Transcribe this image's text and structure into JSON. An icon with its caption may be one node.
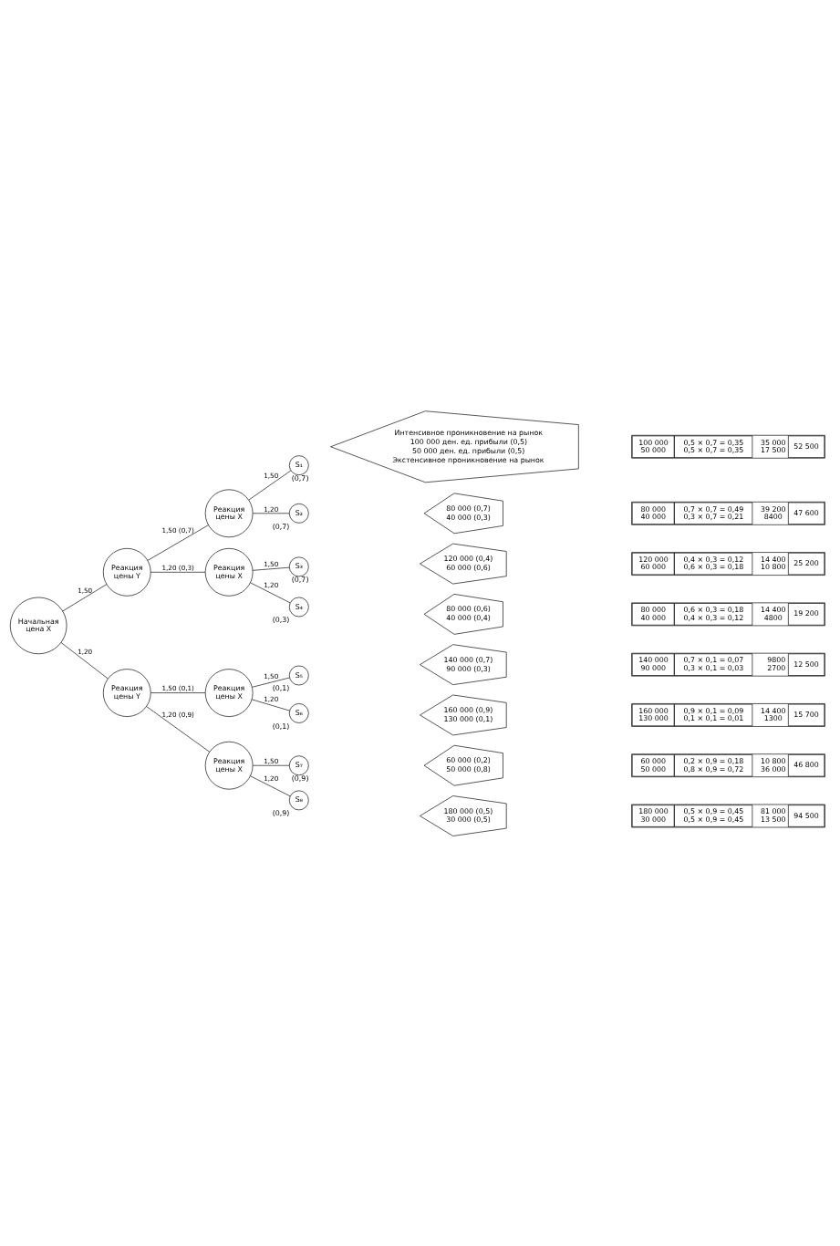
{
  "diagram": {
    "nodes": [
      {
        "text": [
          "Начальная цена X"
        ]
      },
      {
        "text": [
          "Реакция цены Y"
        ]
      },
      {
        "text": [
          "Реакция цены X"
        ]
      },
      {
        "text": [
          "S₁"
        ],
        "beside": [
          "(0,7)"
        ]
      },
      {
        "text": [
          "S₂"
        ],
        "beside": [
          "(0,7)"
        ]
      },
      {
        "text": [
          "Реакция цены X"
        ]
      },
      {
        "text": [
          "S₃"
        ],
        "beside": [
          "(0,7)"
        ]
      },
      {
        "text": [
          "S₄"
        ],
        "beside": [
          "(0,3)"
        ]
      },
      {
        "text": [
          "Реакция цены Y"
        ]
      },
      {
        "text": [
          "Реакция цены X"
        ]
      },
      {
        "text": [
          "S₅"
        ],
        "beside": [
          "(0,1)"
        ]
      },
      {
        "text": [
          "S₆"
        ],
        "beside": [
          "(0,1)"
        ]
      },
      {
        "text": [
          "Реакция цены X"
        ]
      },
      {
        "text": [
          "S₇"
        ],
        "beside": [
          "(0,9)"
        ]
      },
      {
        "text": [
          "S₈"
        ],
        "beside": [
          "(0,9)"
        ]
      },
      {
        "text": [
          "Интенсивное проникновение на рынок",
          "100 000 ден. ед. прибыли (0,5)",
          "50 000 ден. ед. прибыли (0,5)",
          "Экстенсивное проникновение на рынок"
        ]
      },
      {
        "text": [
          "80 000 (0,7)",
          "40 000 (0,3)"
        ]
      },
      {
        "text": [
          "120 000 (0,4)",
          "60 000 (0,6)"
        ]
      },
      {
        "text": [
          "80 000 (0,6)",
          "40 000 (0,4)"
        ]
      },
      {
        "text": [
          "140 000 (0,7)",
          "90 000 (0,3)"
        ]
      },
      {
        "text": [
          "160 000 (0,9)",
          "130 000 (0,1)"
        ]
      },
      {
        "text": [
          "60 000 (0,2)",
          "50 000 (0,8)"
        ]
      },
      {
        "text": [
          "180 000 (0,5)",
          "30 000 (0,5)"
        ]
      }
    ],
    "edges": [
      {
        "from": 0,
        "to": 1,
        "arrow": "none",
        "label": "1,50"
      },
      {
        "from": 0,
        "to": 8,
        "arrow": "none",
        "label": "1,20"
      },
      {
        "from": 1,
        "to": 2,
        "arrow": "none",
        "label": "1,50 (0,7)"
      },
      {
        "from": 1,
        "to": 5,
        "arrow": "none",
        "label": "1,20 (0,3)"
      },
      {
        "from": 2,
        "to": 3,
        "arrow": "none",
        "label": "1,50"
      },
      {
        "from": 2,
        "to": 4,
        "arrow": "none",
        "label": "1,20"
      },
      {
        "from": 5,
        "to": 6,
        "arrow": "none",
        "label": "1,50"
      },
      {
        "from": 5,
        "to": 7,
        "arrow": "none",
        "label": "1,20"
      },
      {
        "from": 8,
        "to": 9,
        "arrow": "none",
        "label": "1,50 (0,1)"
      },
      {
        "from": 8,
        "to": 12,
        "arrow": "none",
        "label": "1,20 (0,9)"
      },
      {
        "from": 9,
        "to": 10,
        "arrow": "none",
        "label": "1,50"
      },
      {
        "from": 9,
        "to": 11,
        "arrow": "none",
        "label": "1,20"
      },
      {
        "from": 12,
        "to": 13,
        "arrow": "none",
        "label": "1,50"
      },
      {
        "from": 12,
        "to": 14,
        "arrow": "none",
        "label": "1,20"
      }
    ],
    "labels": [
      "100 000",
      "50 000",
      "0,5 × 0,7 = 0,35",
      "0,5 × 0,7 = 0,35",
      "35 000",
      "17 500",
      "52 500",
      "80 000",
      "40 000",
      "0,7 × 0,7 = 0,49",
      "0,3 × 0,7 = 0,21",
      "39 200",
      "8400",
      "47 600",
      "120 000",
      "60 000",
      "0,4 × 0,3 = 0,12",
      "0,6 × 0,3 = 0,18",
      "14 400",
      "10 800",
      "25 200",
      "80 000",
      "40 000",
      "0,6 × 0,3 = 0,18",
      "0,4 × 0,3 = 0,12",
      "14 400",
      "4800",
      "19 200",
      "140 000",
      "90 000",
      "0,7 × 0,1 = 0,07",
      "0,3 × 0,1 = 0,03",
      "9800",
      "2700",
      "12 500",
      "160 000",
      "130 000",
      "0,9 × 0,1 = 0,09",
      "0,1 × 0,1 = 0,01",
      "14 400",
      "1300",
      "15 700",
      "60 000",
      "50 000",
      "0,2 × 0,9 = 0,18",
      "0,8 × 0,9 = 0,72",
      "10 800",
      "36 000",
      "46 800",
      "180 000",
      "30 000",
      "0,5 × 0,9 = 0,45",
      "0,5 × 0,9 = 0,45",
      "81 000",
      "13 500",
      "94 500"
    ]
  }
}
